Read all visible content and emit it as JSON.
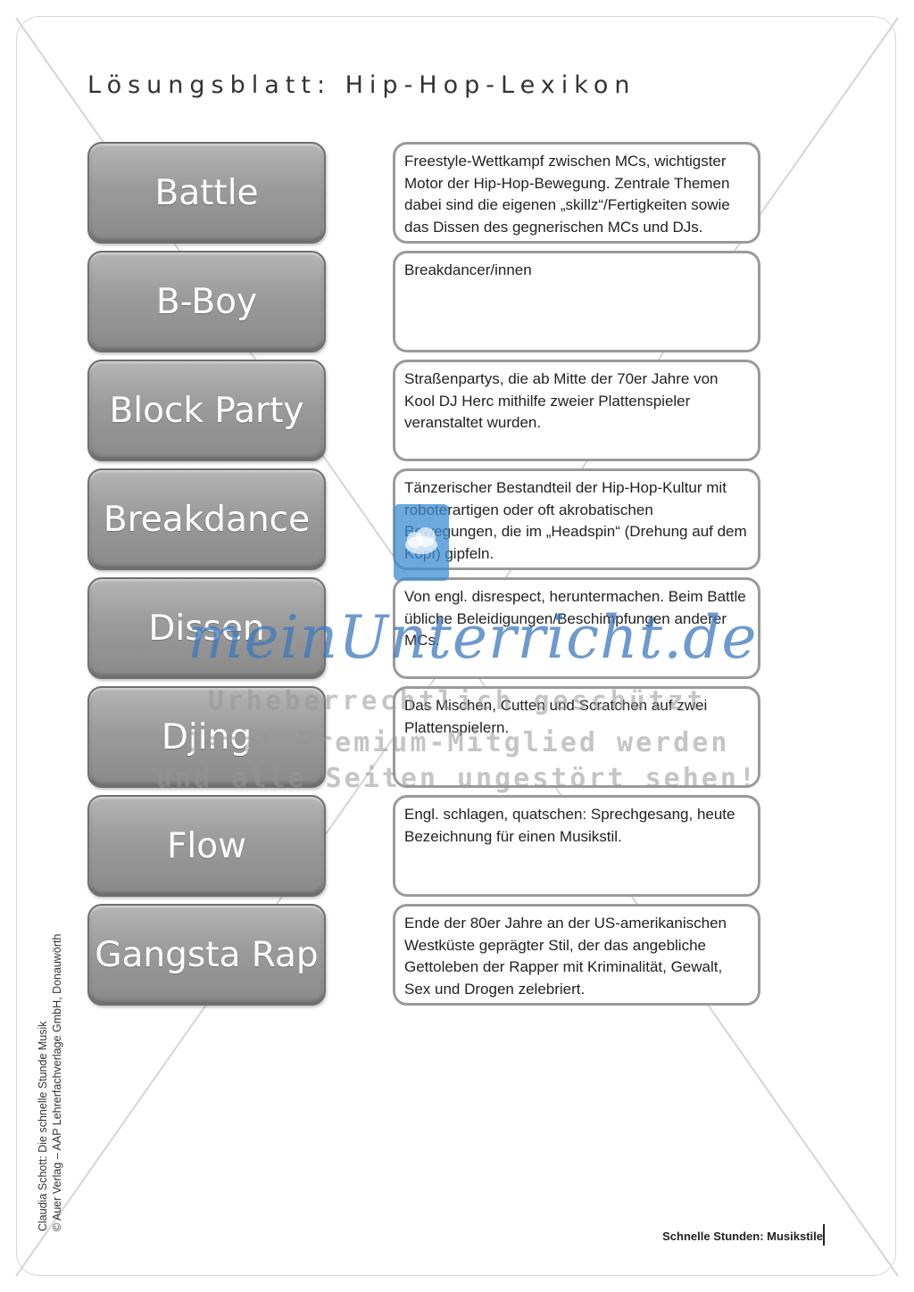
{
  "title": "Lösungsblatt: Hip-Hop-Lexikon",
  "entries": [
    {
      "term": "Battle",
      "definition": "Freestyle-Wettkampf zwischen MCs, wichtigster Motor der Hip-Hop-Bewegung. Zentrale Themen dabei sind die eigenen „skillz“/Fertigkeiten sowie das Dissen des gegnerischen MCs und DJs."
    },
    {
      "term": "B-Boy",
      "definition": "Breakdancer/innen"
    },
    {
      "term": "Block Party",
      "definition": "Straßenpartys, die ab Mitte der 70er Jahre von Kool DJ Herc mithilfe zweier Plattenspieler veranstaltet wurden."
    },
    {
      "term": "Breakdance",
      "definition": "Tänzerischer Bestandteil der Hip-Hop-Kultur mit roboterartigen oder oft akrobatischen Bewegungen, die im „Headspin“ (Drehung auf dem Kopf) gipfeln."
    },
    {
      "term": "Dissen",
      "definition": "Von engl. disrespect, heruntermachen. Beim Battle übliche Beleidigungen/Beschimpfungen anderer MCs."
    },
    {
      "term": "Djing",
      "definition": "Das Mischen, Cutten und Scratchen auf zwei Plattenspielern."
    },
    {
      "term": "Flow",
      "definition": "Engl. schlagen, quatschen: Sprechgesang, heute Bezeichnung für einen Musikstil."
    },
    {
      "term": "Gangsta Rap",
      "definition": "Ende der 80er Jahre an der US-amerikanischen Westküste geprägter Stil, der das angebliche Gettoleben der Rapper mit Kriminalität, Gewalt, Sex und Drogen zelebriert."
    }
  ],
  "watermark": {
    "logo": "meinUnterricht.de",
    "line1": "Urheberrechtlich geschützt",
    "line2": "Jetzt Premium-Mitglied werden",
    "line3": "und alle Seiten ungestört sehen!"
  },
  "sidebar": {
    "line1": "Claudia Schott: Die schnelle Stunde Musik",
    "line2": "© Auer Verlag – AAP Lehrerfachverlage GmbH, Donauwörth"
  },
  "footer": "Schnelle Stunden: Musikstile"
}
